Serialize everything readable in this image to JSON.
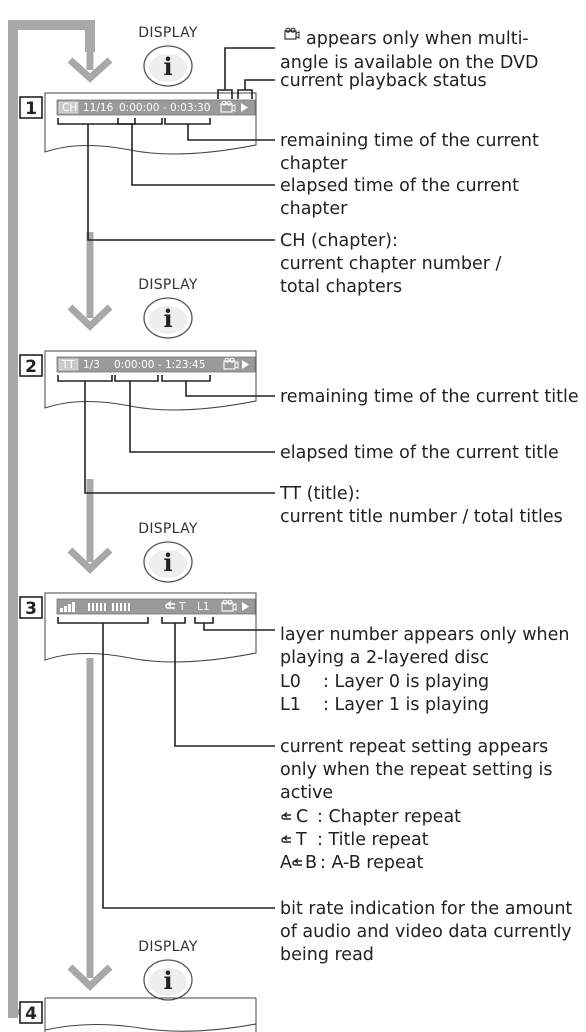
{
  "display_label": "DISPLAY",
  "info_glyph": "i",
  "steps": [
    "1",
    "2",
    "3",
    "4"
  ],
  "osd1": {
    "ch_badge": "CH",
    "chapter": "11/16",
    "time": "0:00:00 - 0:03:30"
  },
  "osd2": {
    "tt_badge": "TT",
    "title": "1/3",
    "time": "0:00:00 - 1:23:45"
  },
  "osd3": {
    "repeat": "T",
    "layer": "L1"
  },
  "callouts1": {
    "angle_l1": "appears only when multi-",
    "angle_l2": "angle is available on the DVD",
    "status": "current playback status",
    "remaining_l1": "remaining time of the current",
    "remaining_l2": "chapter",
    "elapsed_l1": "elapsed time of the current",
    "elapsed_l2": "chapter",
    "ch_l1": "CH (chapter):",
    "ch_l2": "current chapter number /",
    "ch_l3": "total chapters"
  },
  "callouts2": {
    "remaining": "remaining time of the current title",
    "elapsed": "elapsed time of the current title",
    "tt_l1": "TT (title):",
    "tt_l2": "current title number / total titles"
  },
  "callouts3": {
    "layer_l1": "layer number appears only when",
    "layer_l2": "playing a 2-layered disc",
    "l0_key": "L0",
    "l0_desc": ": Layer 0 is playing",
    "l1_key": "L1",
    "l1_desc": ": Layer 1 is playing",
    "repeat_l1": "current repeat setting appears",
    "repeat_l2": "only when the repeat setting is",
    "repeat_l3": "active",
    "rc_key": "C",
    "rc_desc": ": Chapter repeat",
    "rt_key": "T",
    "rt_desc": ": Title repeat",
    "rab_key_a": "A",
    "rab_key_b": "B",
    "rab_desc": ": A-B repeat",
    "bitrate_l1": "bit rate indication for the amount",
    "bitrate_l2": "of audio and video data currently",
    "bitrate_l3": "being read"
  },
  "icons": [
    "camera-icon",
    "play-icon",
    "repeat-icon",
    "info-icon",
    "down-arrow-icon"
  ]
}
